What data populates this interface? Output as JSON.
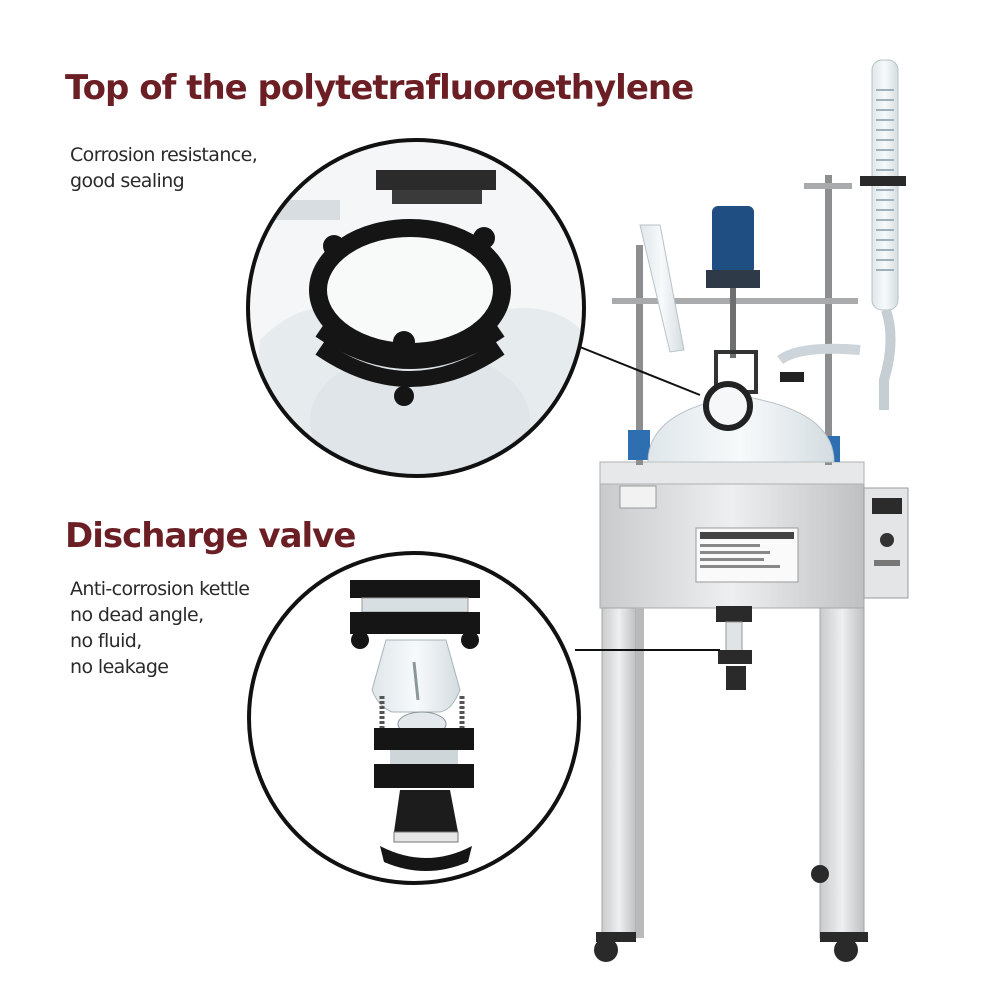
{
  "sections": {
    "top": {
      "title": "Top of the polytetrafluoroethylene",
      "lines": [
        "Corrosion resistance,",
        "good sealing"
      ]
    },
    "valve": {
      "title": "Discharge valve",
      "lines": [
        "Anti-corrosion kettle",
        "no dead angle,",
        "no fluid,",
        "no leakage"
      ]
    }
  },
  "colors": {
    "heading": "#6b1f24",
    "text": "#2a2a2a",
    "frame": "#d9dadc",
    "motor": "#1f4f82",
    "clamp": "#2d6fb0"
  },
  "icons": {
    "product": "glass-reactor-illustration",
    "zoom_top": "ptfe-flange-zoom",
    "zoom_valve": "discharge-valve-zoom"
  }
}
